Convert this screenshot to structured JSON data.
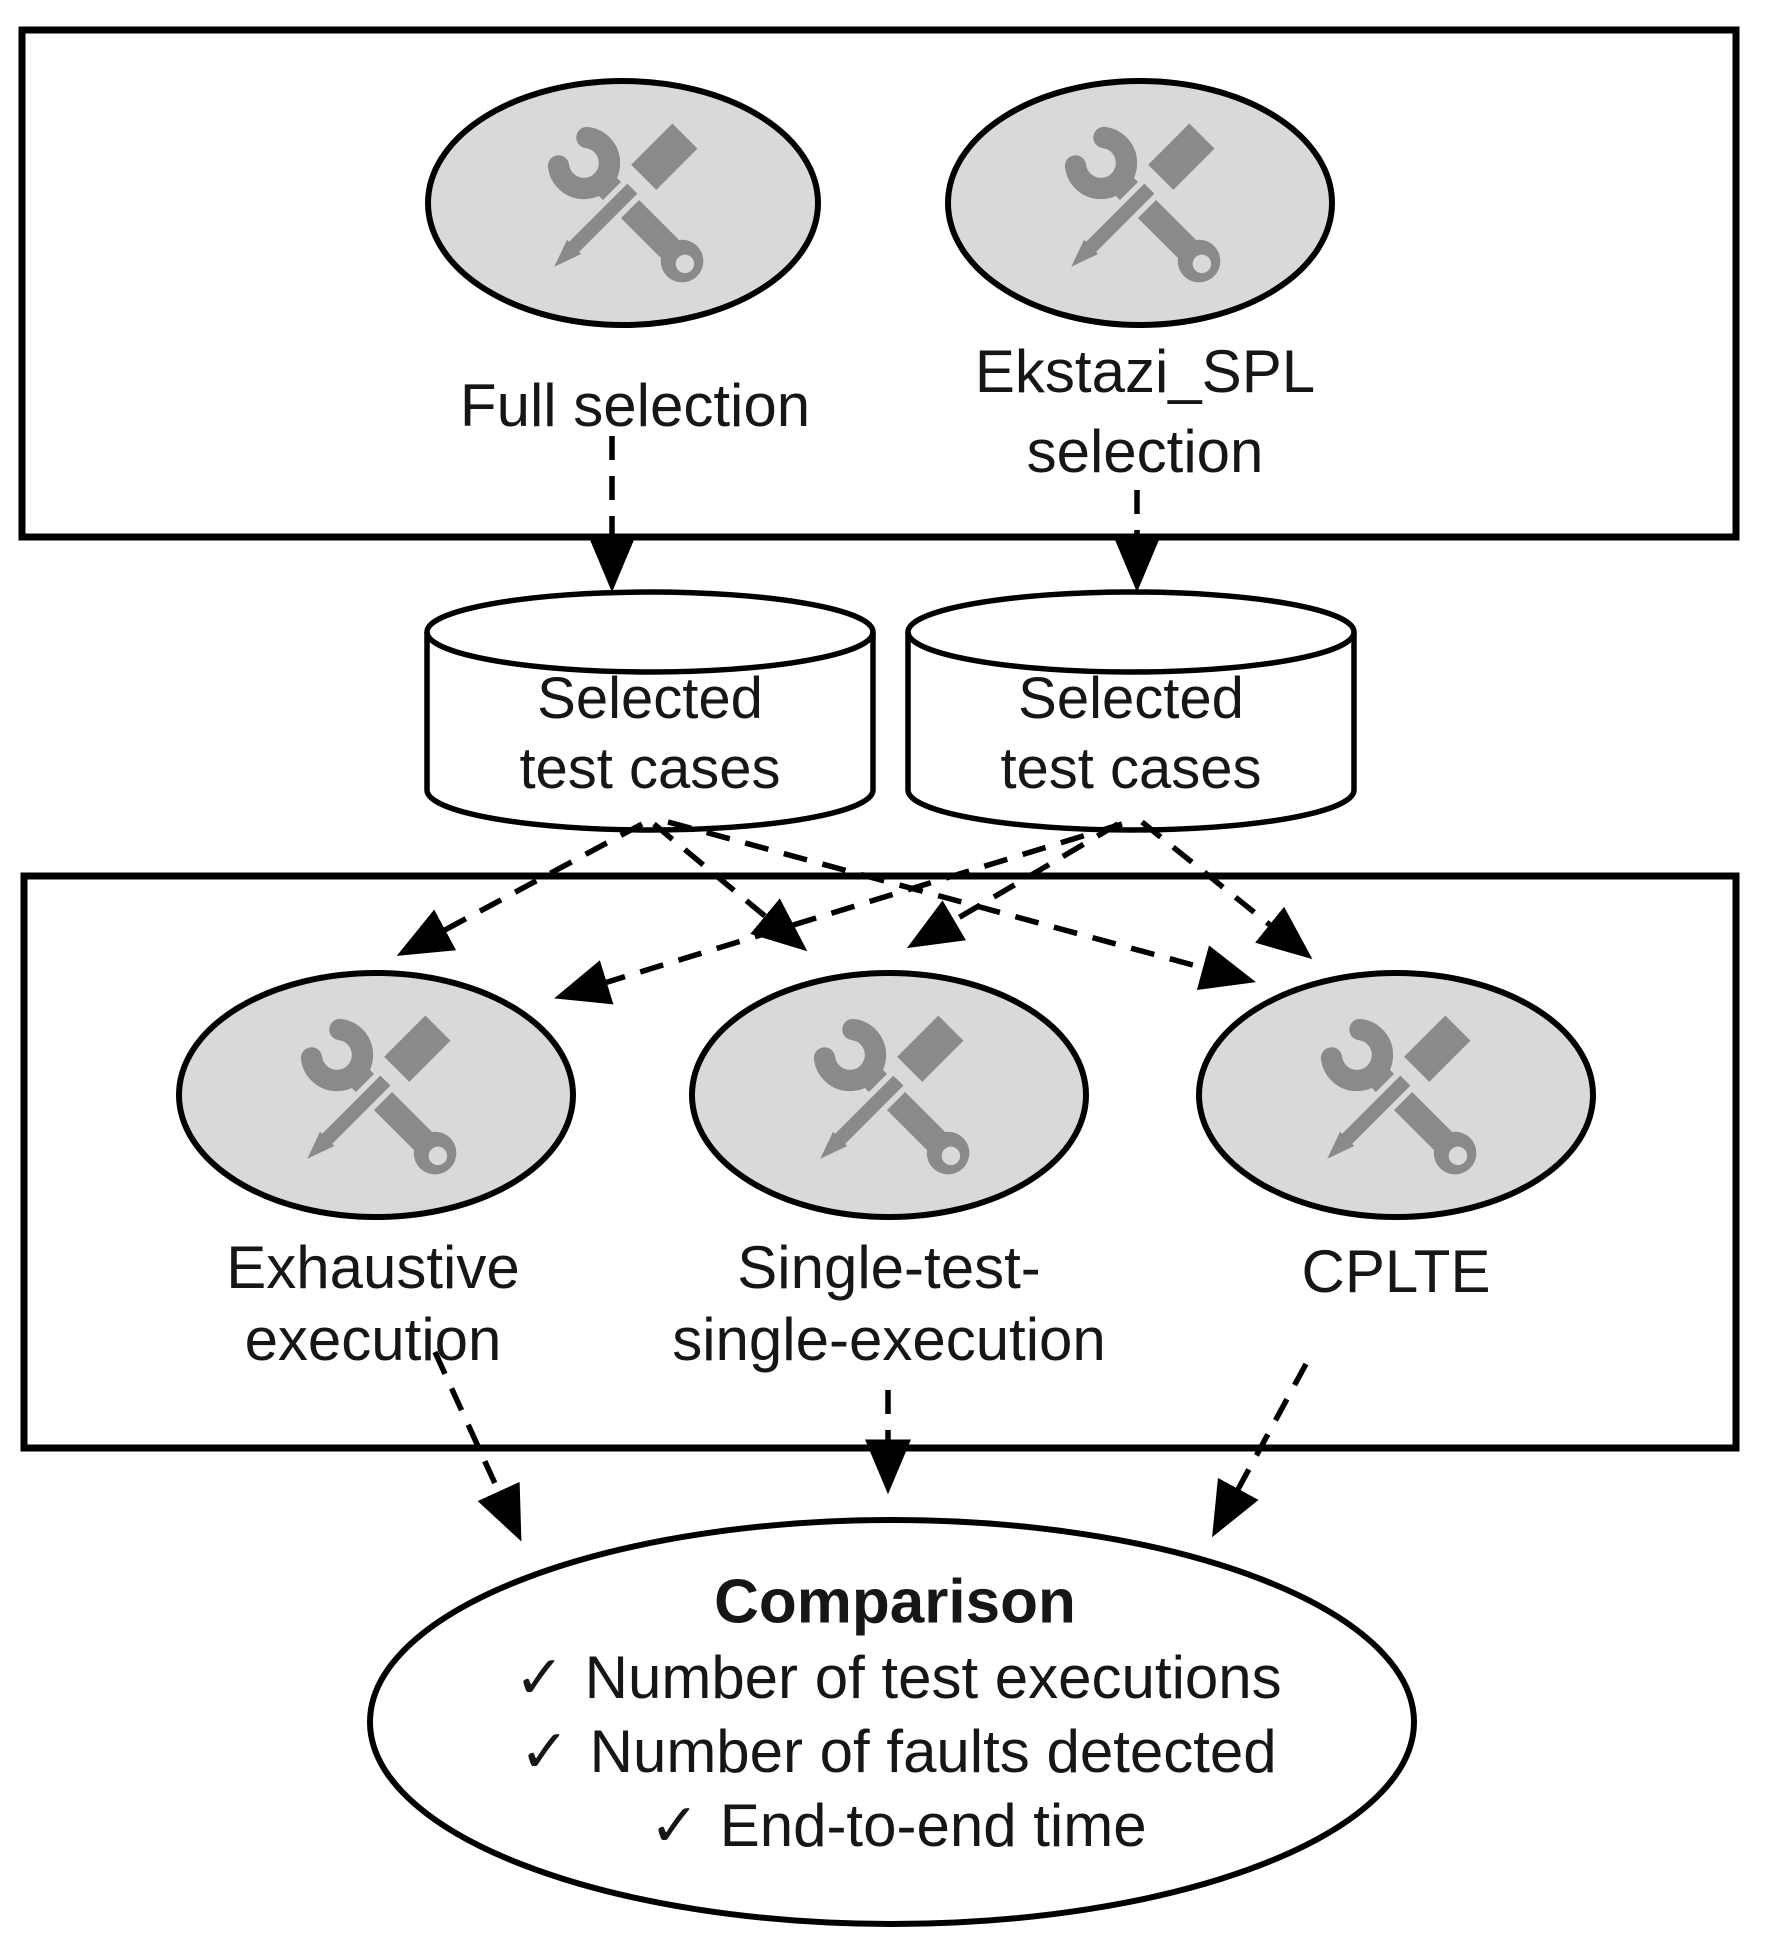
{
  "colors": {
    "node_fill": "#d9d9d9",
    "outline": "#000000",
    "icon_gray": "#8a8a8a",
    "background": "#ffffff"
  },
  "selection_stage": {
    "full_selection": {
      "label": "Full selection"
    },
    "ekstazi_selection": {
      "line1": "Ekstazi_SPL",
      "line2": "selection"
    }
  },
  "datastores": {
    "left": {
      "line1": "Selected",
      "line2": "test cases"
    },
    "right": {
      "line1": "Selected",
      "line2": "test cases"
    }
  },
  "execution_stage": {
    "exhaustive": {
      "line1": "Exhaustive",
      "line2": "execution"
    },
    "single": {
      "line1": "Single-test-",
      "line2": "single-execution"
    },
    "cplte": {
      "label": "CPLTE"
    }
  },
  "comparison": {
    "title": "Comparison",
    "check": "✓",
    "items": [
      "Number of test executions",
      "Number of faults detected",
      "End-to-end time"
    ]
  }
}
